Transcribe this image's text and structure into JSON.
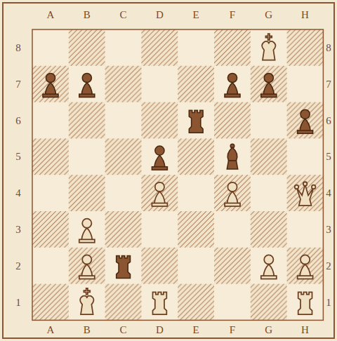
{
  "diagram": {
    "labels": [
      "A",
      "B",
      "C",
      "D",
      "E",
      "F",
      "G",
      "H",
      "8",
      "7",
      "6",
      "5",
      "4",
      "3",
      "2",
      "1",
      "8",
      "7",
      "6",
      "5",
      "4",
      "3",
      "2",
      "1",
      "A",
      "B",
      "C",
      "D",
      "E",
      "F",
      "G",
      "H"
    ]
  }
}
